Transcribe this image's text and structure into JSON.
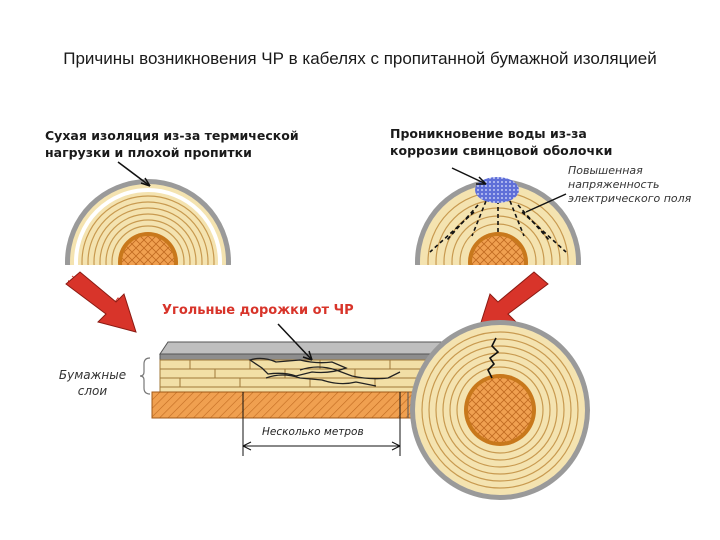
{
  "title": "Причины возникновения ЧР в кабелях с пропитанной бумажной изоляцией",
  "labels": {
    "dry_insulation": "Сухая изоляция из-за термической нагрузки и плохой пропитки",
    "water_ingress": "Проникновение воды из-за коррозии свинцовой оболочки",
    "high_field": "Повышенная напряженность электрического поля",
    "carbon_tracks": "Угольные дорожки от ЧР",
    "paper_layers": "Бумажные слои",
    "few_meters": "Несколько метров"
  },
  "colors": {
    "arrow": "#d8342a",
    "core": "#f0a050",
    "paper": "#f2dfa6",
    "sheath": "#8a8a8a",
    "water": "#6f7fe0"
  }
}
